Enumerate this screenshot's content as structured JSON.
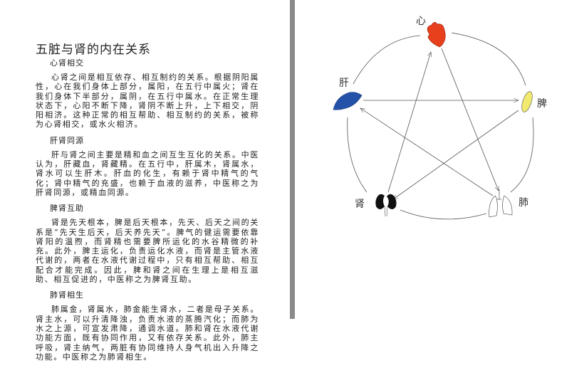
{
  "left_page": {
    "title": "五脏与肾的内在关系",
    "sections": [
      {
        "heading": "心肾相交",
        "body": "心肾之间是相互依存、相互制约的关系。根据阴阳属性，心在我们身体上部分，属阳，在五行中属火；肾在我们身体下半部分，属阴，在五行中属水。在正常生理状态下，心阳不断下降，肾阴不断上升，上下相交，阴阳相济。这种正常的相互帮助、相互制约的关系，被称为心肾相交，或水火相济。"
      },
      {
        "heading": "肝肾同源",
        "body": "肝与肾之间主要是精和血之间互生互化的关系。中医认为，肝藏血，肾藏精。在五行中，肝属木，肾属水，肾水可以生肝木。肝血的化生，有赖于肾中精气的气化；肾中精气的充盛，也赖于血液的滋养，中医称之为肝肾同源，或精血同源。"
      },
      {
        "heading": "脾肾互助",
        "body": "肾是先天根本，脾是后天根本，先天、后天之间的关系是“先天生后天，后天养先天”。脾气的健运需要依靠肾阳的温煦，而肾精也需要脾所运化的水谷精微的补充。此外，脾主运化，负责运化水液，而肾是主管水液代谢的，两者在水液代谢过程中，只有相互帮助、相互配合才能完成。因此，脾和肾之间在生理上是相互滋助、相互促进的，中医称之为脾肾互助。"
      },
      {
        "heading": "肺肾相生",
        "body": "肺属金，肾属水，肺金能生肾水，二者是母子关系。肾主水，可以升清降浊，负责水液的蒸腾汽化；而肺为水之上源，可宣发肃降，通调水道。肺和肾在水液代谢功能方面，既有协同作用，又有依存关系。此外，肺主呼吸，肾主纳气，两脏有协同维持人身气机出入升降之功能。中医称之为肺肾相生。"
      }
    ]
  },
  "diagram": {
    "organs": [
      {
        "label": "心",
        "color": "#e8401c"
      },
      {
        "label": "脾",
        "color": "#f2ea6e"
      },
      {
        "label": "肺",
        "color": "#ffffff"
      },
      {
        "label": "肾",
        "color": "#111111"
      },
      {
        "label": "肝",
        "color": "#2452a8"
      }
    ]
  }
}
